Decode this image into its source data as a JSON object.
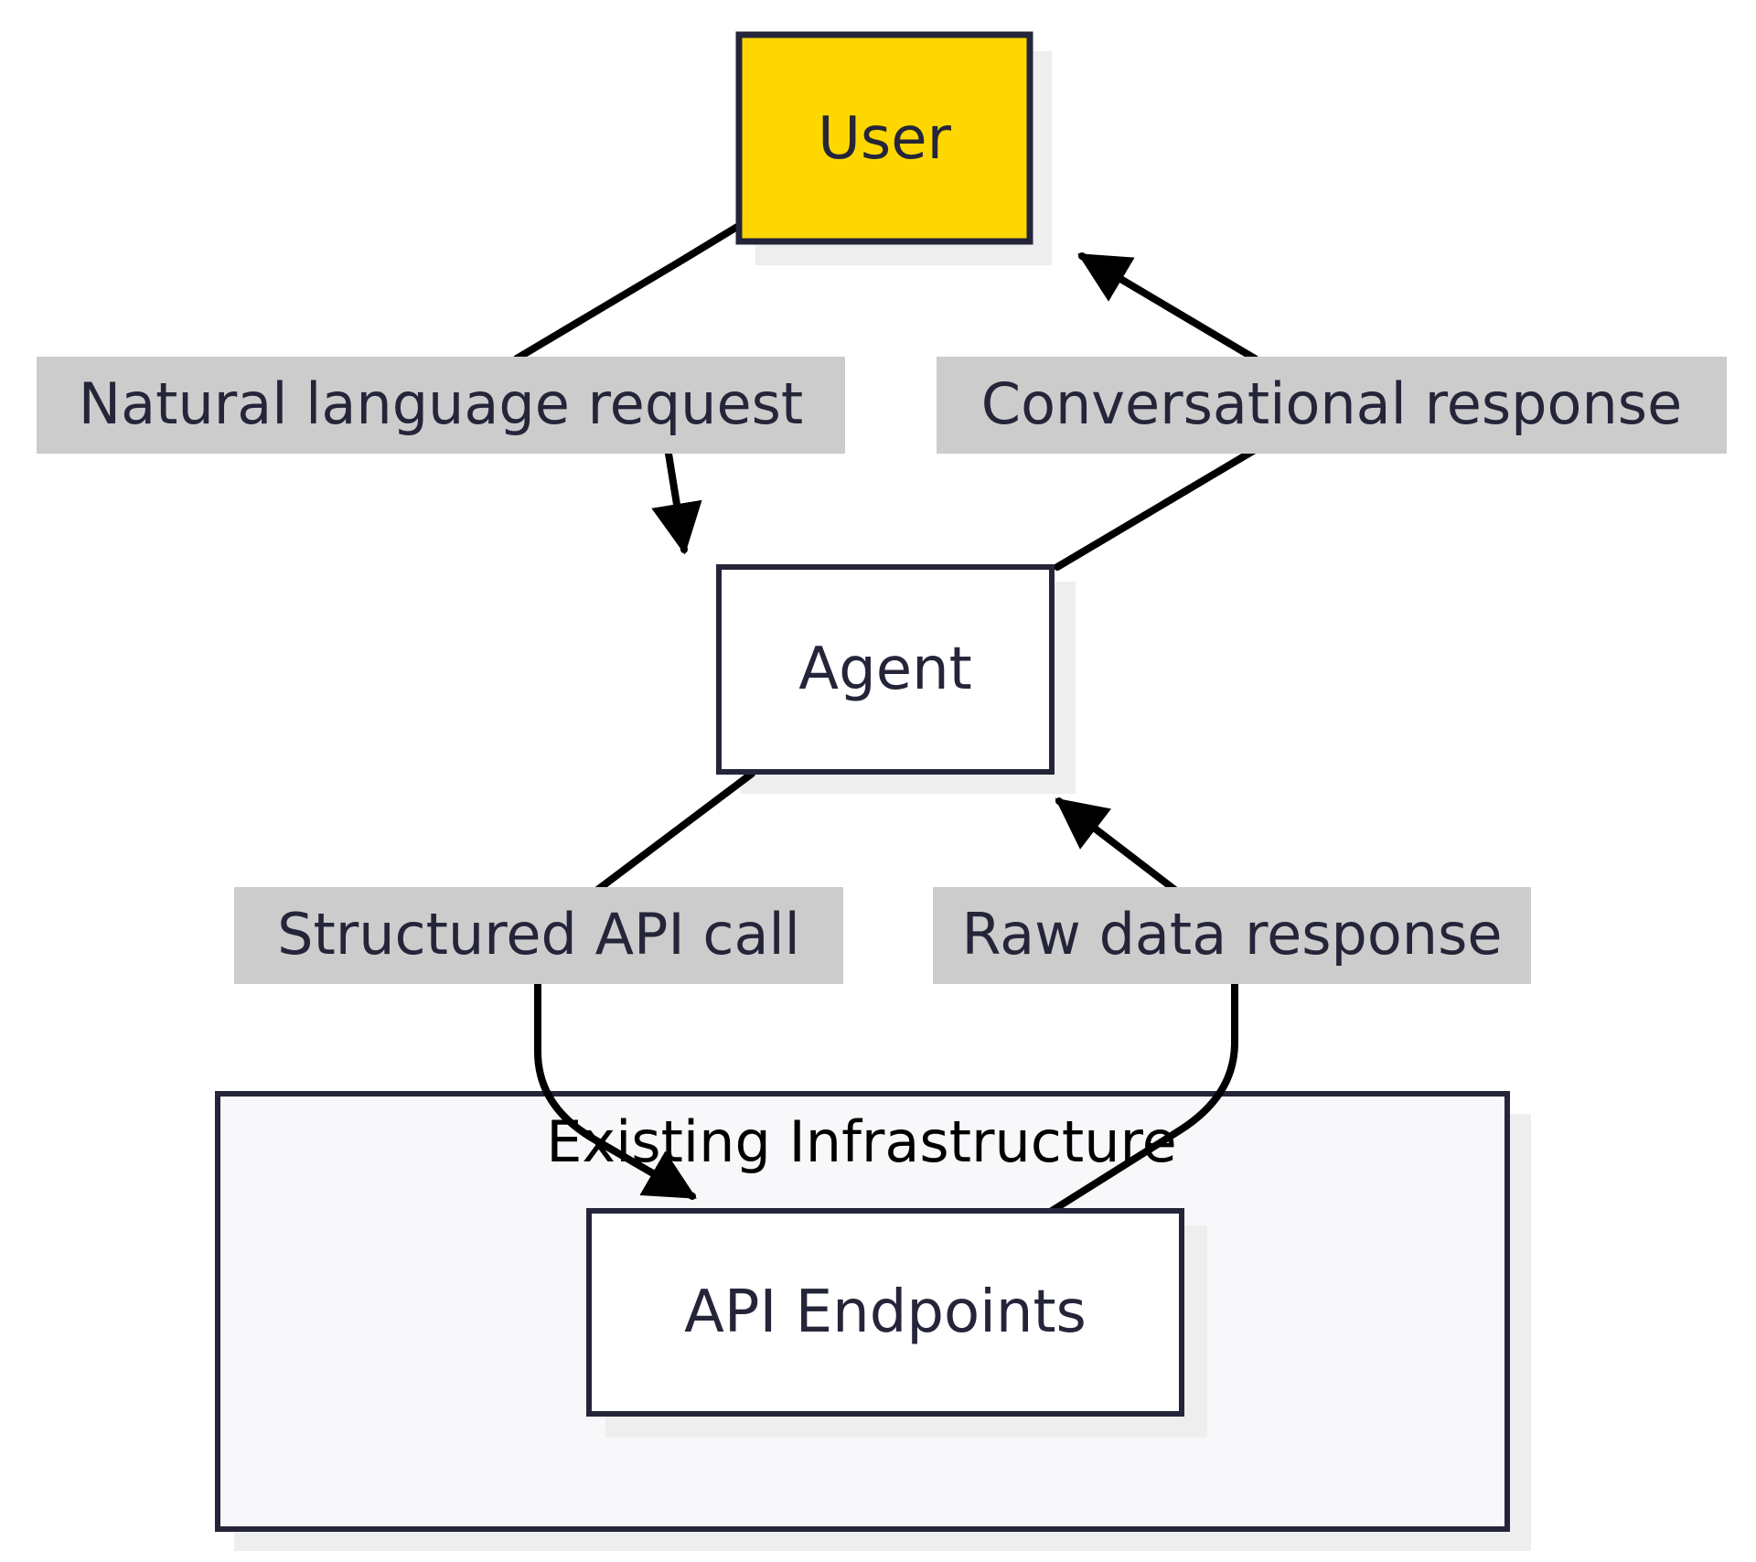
{
  "diagram": {
    "nodes": {
      "user": {
        "label": "User",
        "fill": "#FFD700"
      },
      "agent": {
        "label": "Agent",
        "fill": "#FFFFFF"
      },
      "api_endpoints": {
        "label": "API Endpoints",
        "fill": "#FFFFFF"
      }
    },
    "cluster": {
      "label": "Existing Infrastructure",
      "fill": "#F8F8FB"
    },
    "edges": [
      {
        "from": "User",
        "to": "Agent",
        "label": "Natural language request"
      },
      {
        "from": "Agent",
        "to": "User",
        "label": "Conversational response"
      },
      {
        "from": "Agent",
        "to": "API Endpoints",
        "label": "Structured API call"
      },
      {
        "from": "API Endpoints",
        "to": "Agent",
        "label": "Raw data response"
      }
    ],
    "colors": {
      "node_border": "#25253A",
      "edge_stroke": "#000000",
      "edge_label_bg": "#CCCCCC",
      "shadow": "#EEEEEF"
    }
  }
}
